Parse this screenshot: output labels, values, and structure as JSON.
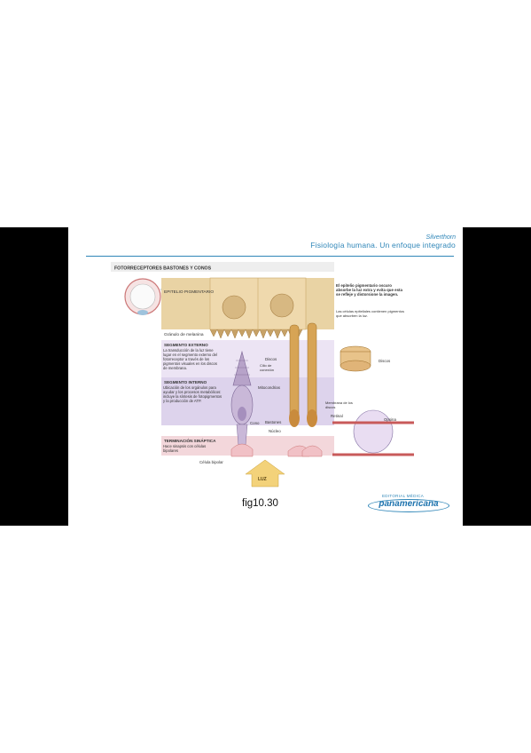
{
  "header": {
    "author": "Silverthorn",
    "book_title": "Fisiología humana. Un enfoque integrado"
  },
  "figure": {
    "title": "FOTORRECEPTORES BASTONES Y CONOS",
    "labels": {
      "epithelium": "EPITELIO PIGMENTARIO",
      "melanin": "Gránulo de melanina",
      "outer_title": "SEGMENTO EXTERNO",
      "outer_desc": "La transducción de la luz tiene lugar en el segmento externo del fotorreceptor a través de los pigmentos visuales en los discos de membrana.",
      "inner_title": "SEGMENTO INTERNO",
      "inner_desc": "Ubicación de los orgánulos para ayudar y los procesos metabólicos: incluye la síntesis de fotopigmentos y la producción de ATP.",
      "synaptic_title": "TERMINACIÓN SINÁPTICA",
      "synaptic_desc": "Hace sinapsis con células bipolares",
      "discs": "Discos",
      "connecting_cilium": "Cilio de conexión",
      "mitochondria": "Mitocondrias",
      "cone": "Cono",
      "rod": "Bastones",
      "nucleus": "Núcleo",
      "bipolar": "Célula bipolar",
      "light": "LUZ",
      "discs_right": "Discos",
      "disc_membrane": "Membrana de los discos",
      "retinal": "Retinal",
      "opsin": "Opsina",
      "epith_note": "El epitelio pigmentario oscuro absorbe la luz extra y evita que esta se refleje y distorsione la imagen.",
      "epith_note2": "Las células epiteliales contienen pigmentos que absorben la luz."
    }
  },
  "footer": {
    "caption": "fig10.30",
    "publisher_small": "EDITORIAL MÉDICA",
    "publisher": "panamericana"
  },
  "colors": {
    "accent_blue": "#2f86b8",
    "epithelium": "#e9d3a4",
    "outer_band": "#ece4f4",
    "inner_band": "#ddd3ec",
    "synaptic_band": "#f3d7db",
    "rod": "#d7a455",
    "cone": "#b7a3c9"
  }
}
